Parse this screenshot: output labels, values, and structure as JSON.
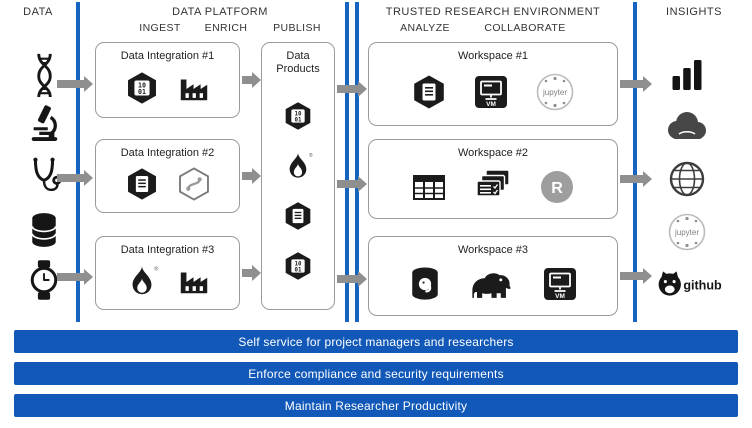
{
  "header": {
    "data": "DATA",
    "data_platform": "DATA PLATFORM",
    "ingest": "INGEST",
    "enrich": "ENRICH",
    "publish": "PUBLISH",
    "trusted_research_environment": "TRUSTED RESEARCH ENVIRONMENT",
    "analyze": "ANALYZE",
    "collaborate": "COLLABORATE",
    "insights": "INSIGHTS"
  },
  "data_sources": {
    "icons": [
      "dna-icon",
      "microscope-icon",
      "stethoscope-icon",
      "database-icon",
      "watch-icon"
    ]
  },
  "platform": {
    "integrations": [
      {
        "title": "Data Integration #1",
        "icons": [
          "binary-data-hex-icon",
          "factory-icon"
        ]
      },
      {
        "title": "Data Integration #2",
        "icons": [
          "document-hex-icon",
          "linked-service-hex-icon"
        ]
      },
      {
        "title": "Data Integration #3",
        "icons": [
          "flame-icon",
          "factory-icon"
        ]
      }
    ],
    "products": {
      "title": "Data Products",
      "icons": [
        "binary-data-hex-icon",
        "flame-icon",
        "document-hex-icon",
        "binary-data-hex-icon"
      ]
    }
  },
  "tre": {
    "workspaces": [
      {
        "title": "Workspace #1",
        "icons": [
          "document-hex-icon",
          "vm-icon",
          "jupyter-icon"
        ]
      },
      {
        "title": "Workspace #2",
        "icons": [
          "table-icon",
          "reports-stack-icon",
          "r-logo-icon"
        ]
      },
      {
        "title": "Workspace #3",
        "icons": [
          "postgres-db-icon",
          "hadoop-elephant-icon",
          "vm-icon"
        ]
      }
    ]
  },
  "insights": {
    "icons": [
      "powerbi-icon",
      "cloud-icon",
      "globe-icon",
      "jupyter-icon",
      "github-icon"
    ]
  },
  "banners": [
    "Self service for project managers and researchers",
    "Enforce compliance and security requirements",
    "Maintain Researcher Productivity"
  ],
  "labels": {
    "vm": "VM",
    "jupyter": "jupyter",
    "r": "R",
    "github": "github",
    "binary_top": "10",
    "binary_bottom": "01",
    "registered": "®"
  },
  "colors": {
    "banner_blue": "#1158b8",
    "divider_blue": "#1565c0",
    "icon_dark": "#1b1b1b",
    "arrow_gray": "#8f8f8f",
    "box_border": "#9b9b9b"
  }
}
